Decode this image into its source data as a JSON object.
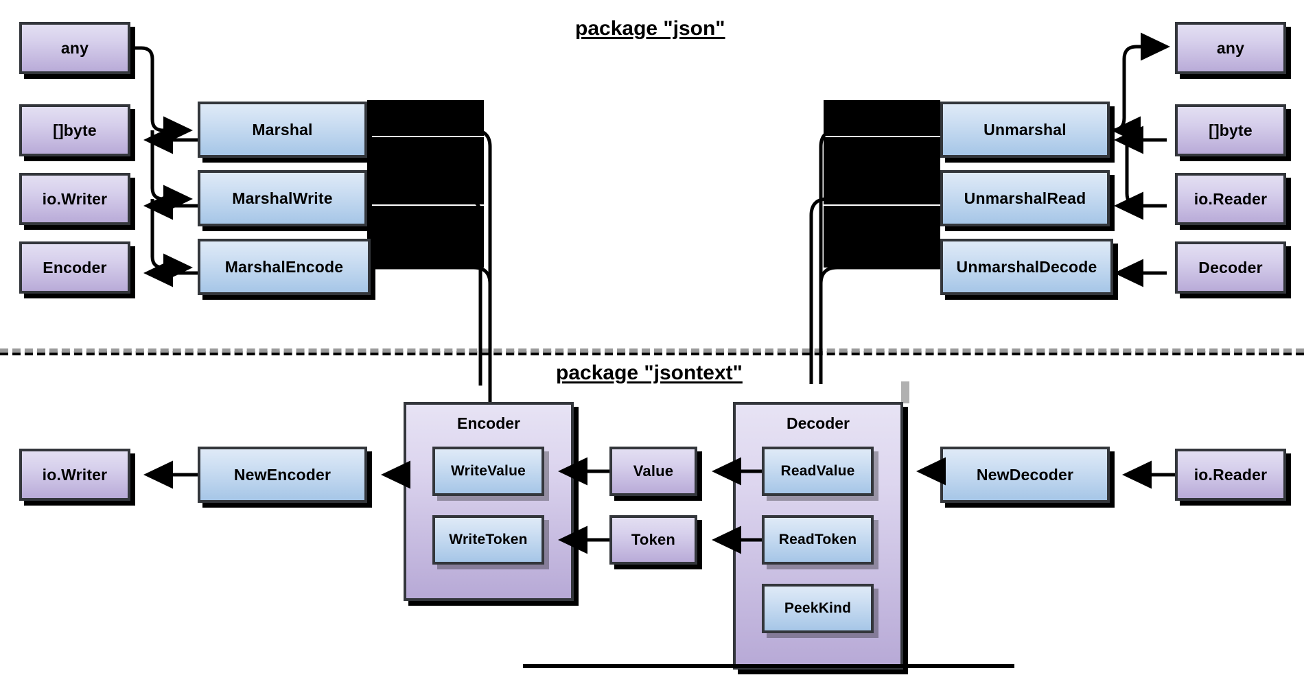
{
  "diagram": {
    "kind": "package-architecture-diagram",
    "titles": [
      {
        "id": "json",
        "text": "package \"json\""
      },
      {
        "id": "jsontext",
        "text": "package \"jsontext\""
      }
    ],
    "colors": {
      "type_fill_top": "#e3dff2",
      "type_fill_bottom": "#b9abd8",
      "func_fill_top": "#dfeaf7",
      "func_fill_bottom": "#a6c6e7",
      "container_fill_top": "#e7e3f4",
      "container_fill_bottom": "#b7a9d6",
      "border": "#33363b",
      "edge": "#000000",
      "divider": "#9a9a9a"
    }
  },
  "json_package": {
    "marshal_side": {
      "types": [
        {
          "label": "any"
        },
        {
          "label": "[]byte"
        },
        {
          "label": "io.Writer"
        },
        {
          "label": "Encoder"
        }
      ],
      "functions": [
        {
          "label": "Marshal"
        },
        {
          "label": "MarshalWrite"
        },
        {
          "label": "MarshalEncode"
        }
      ]
    },
    "unmarshal_side": {
      "types": [
        {
          "label": "any"
        },
        {
          "label": "[]byte"
        },
        {
          "label": "io.Reader"
        },
        {
          "label": "Decoder"
        }
      ],
      "functions": [
        {
          "label": "Unmarshal"
        },
        {
          "label": "UnmarshalRead"
        },
        {
          "label": "UnmarshalDecode"
        }
      ]
    }
  },
  "jsontext_package": {
    "encoder_side": {
      "types": [
        {
          "label": "io.Writer"
        }
      ],
      "constructor": {
        "label": "NewEncoder"
      },
      "container": {
        "title": "Encoder",
        "methods": [
          {
            "label": "WriteValue"
          },
          {
            "label": "WriteToken"
          }
        ]
      }
    },
    "middle_types": [
      {
        "label": "Value"
      },
      {
        "label": "Token"
      }
    ],
    "decoder_side": {
      "types": [
        {
          "label": "io.Reader"
        }
      ],
      "constructor": {
        "label": "NewDecoder"
      },
      "container": {
        "title": "Decoder",
        "methods": [
          {
            "label": "ReadValue"
          },
          {
            "label": "ReadToken"
          },
          {
            "label": "PeekKind"
          }
        ]
      }
    }
  }
}
